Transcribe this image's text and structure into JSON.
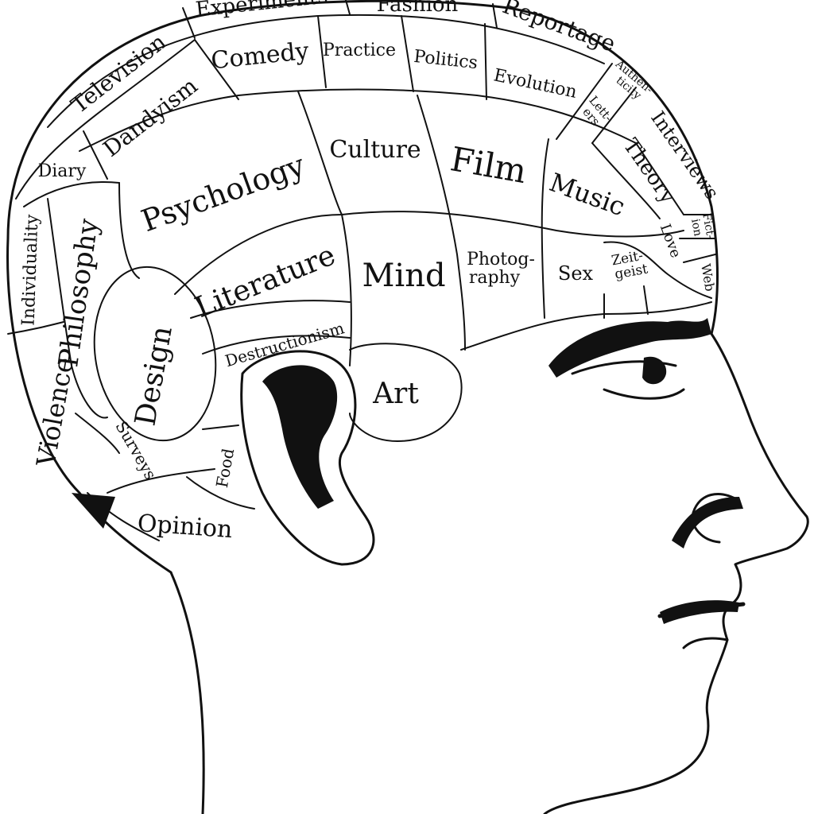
{
  "diagram": {
    "colors": {
      "ink": "#111111",
      "paper": "#ffffff"
    },
    "regions": {
      "experiments": "Experiments",
      "fashion": "Fashion",
      "reportage": "Reportage",
      "television": "Television",
      "comedy": "Comedy",
      "practice": "Practice",
      "politics": "Politics",
      "evolution": "Evolution",
      "authenticity_1": "Authen-",
      "authenticity_2": "ticity",
      "dandyism": "Dandyism",
      "letters_1": "Lett-",
      "letters_2": "ers",
      "interviews": "Interviews",
      "diary": "Diary",
      "culture": "Culture",
      "film": "Film",
      "psychology": "Psychology",
      "theory": "Theory",
      "music": "Music",
      "fiction_1": "Fict-",
      "fiction_2": "ion",
      "individuality": "Individuality",
      "philosophy": "Philosophy",
      "love": "Love",
      "literature": "Literature",
      "mind": "Mind",
      "photography_1": "Photog-",
      "photography_2": "raphy",
      "sex": "Sex",
      "zeitgeist_1": "Zeit-",
      "zeitgeist_2": "geist",
      "web": "Web",
      "destructionism": "Destructionism",
      "design": "Design",
      "violence": "Violence",
      "art": "Art",
      "surveys": "Surveys",
      "food": "Food",
      "opinion": "Opinion"
    }
  }
}
